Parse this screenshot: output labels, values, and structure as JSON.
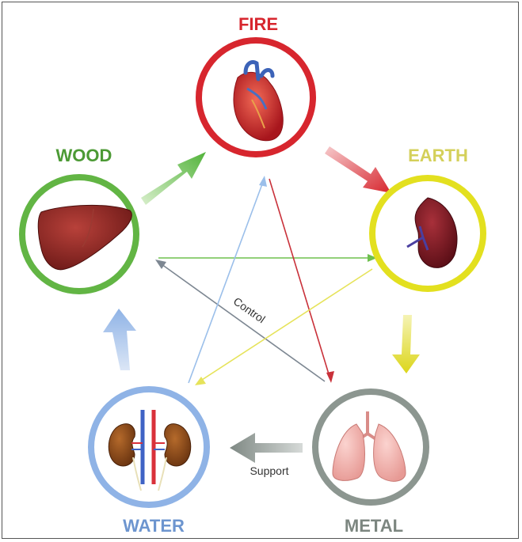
{
  "elements": {
    "fire": {
      "label": "FIRE",
      "organ": "heart",
      "color": "#d7262e"
    },
    "earth": {
      "label": "EARTH",
      "organ": "spleen",
      "color": "#e3e01f",
      "label_color": "#d4d05a"
    },
    "metal": {
      "label": "METAL",
      "organ": "lungs",
      "color": "#8c9690"
    },
    "water": {
      "label": "WATER",
      "organ": "kidneys",
      "color": "#8fb3e6"
    },
    "wood": {
      "label": "WOOD",
      "organ": "liver",
      "color": "#62b544",
      "label_color": "#4c9a35"
    }
  },
  "annotations": {
    "control": "Control",
    "support": "Support"
  }
}
